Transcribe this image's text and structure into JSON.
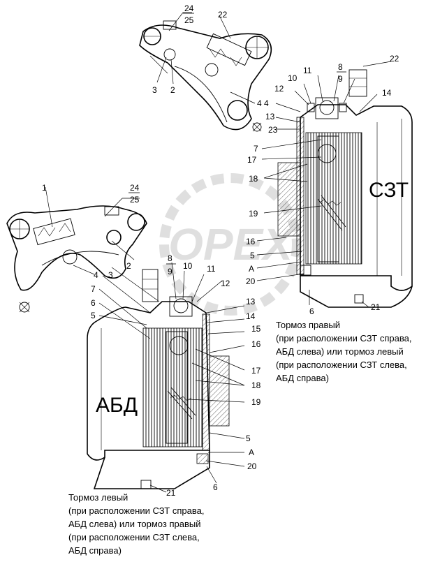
{
  "watermark": "OPEX",
  "labels": {
    "szt": "СЗТ",
    "abd": "АБД",
    "A": "А",
    "n1": "1",
    "n2": "2",
    "n3": "3",
    "n4": "4",
    "n5": "5",
    "n6": "6",
    "n7": "7",
    "n8": "8",
    "n9": "9",
    "n10": "10",
    "n11": "11",
    "n12": "12",
    "n13": "13",
    "n14": "14",
    "n15": "15",
    "n16": "16",
    "n17": "17",
    "n18": "18",
    "n19": "19",
    "n20": "20",
    "n21": "21",
    "n22": "22",
    "n23": "23",
    "n24": "24",
    "n25": "25"
  },
  "captions": {
    "right": "Тормоз правый\n(при расположении СЗТ справа,\nАБД слева) или тормоз левый\n(при расположении СЗТ слева,\nАБД справа)",
    "left": "Тормоз левый\n(при расположении СЗТ справа,\nАБД слева) или тормоз правый\n(при расположении СЗТ слева,\nАБД справа)"
  }
}
